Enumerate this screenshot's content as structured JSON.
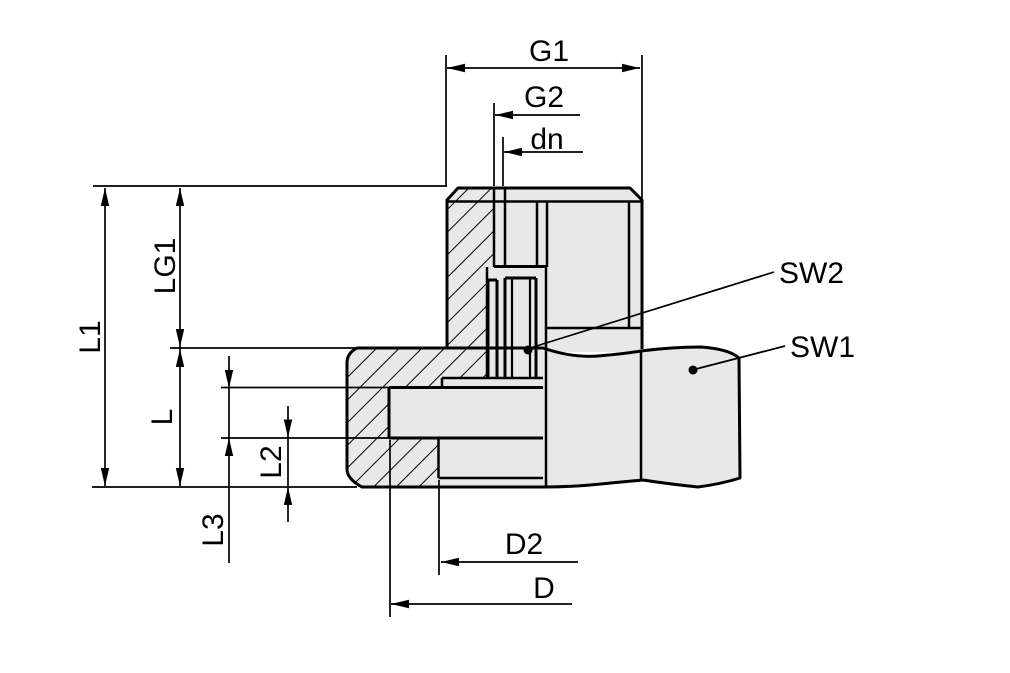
{
  "drawing": {
    "labels": {
      "g1": "G1",
      "g2": "G2",
      "dn": "dn",
      "l1": "L1",
      "lg1": "LG1",
      "l": "L",
      "l2": "L2",
      "l3": "L3",
      "d2": "D2",
      "d": "D",
      "sw1": "SW1",
      "sw2": "SW2"
    },
    "colors": {
      "background": "#ffffff",
      "part_fill": "#e8e8e8",
      "line": "#000000"
    }
  }
}
